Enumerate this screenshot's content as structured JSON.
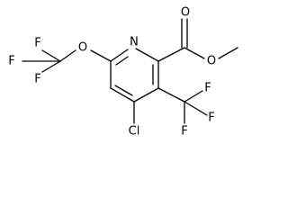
{
  "structure": {
    "atoms": {
      "ring_nitrogen": "N",
      "carbonyl_oxygen": "O",
      "ester_oxygen": "O",
      "ether_oxygen": "O",
      "chlorine": "Cl",
      "ocf3_fluorine_top": "F",
      "ocf3_fluorine_left": "F",
      "ocf3_fluorine_bottom": "F",
      "cf3_fluorine_top_right": "F",
      "cf3_fluorine_right": "F",
      "cf3_fluorine_bottom": "F"
    }
  }
}
